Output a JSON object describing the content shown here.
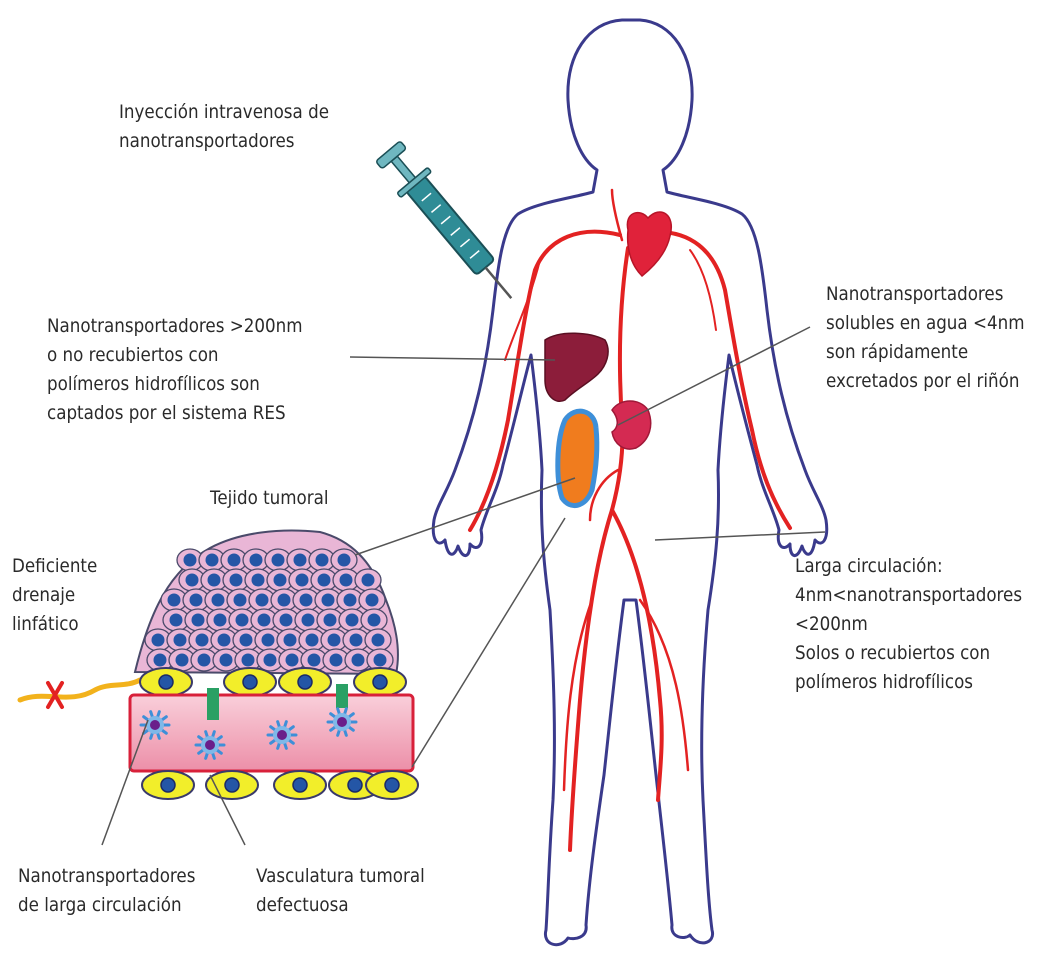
{
  "labels": {
    "injection": [
      "Inyección intravenosa de",
      "nanotransportadores"
    ],
    "res": [
      "Nanotransportadores >200nm",
      "o no recubiertos con",
      "polímeros hidrofílicos son",
      "captados por el sistema RES"
    ],
    "kidney": [
      "Nanotransportadores",
      "solubles en agua <4nm",
      "son rápidamente",
      "excretados por el riñón"
    ],
    "tumor_tissue": "Tejido tumoral",
    "lymph": [
      "Deficiente",
      "drenaje",
      "linfático"
    ],
    "long_circ": [
      "Larga circulación:",
      "4nm<nanotransportadores",
      "<200nm",
      "Solos o recubiertos con",
      "polímeros hidrofílicos"
    ],
    "long_carriers": [
      "Nanotransportadores",
      "de larga circulación"
    ],
    "vasculature": [
      "Vasculatura tumoral",
      "defectuosa"
    ]
  },
  "colors": {
    "body_outline": "#3a3a8c",
    "artery": "#e32222",
    "organ_heart": "#e0223a",
    "organ_liver": "#8c1d3a",
    "organ_kidney": "#d42a52",
    "tumor_organ": "#f07c1e",
    "tumor_cell": "#e9b6d6",
    "nucleus": "#2456a6",
    "endothelial": "#f2ee2a",
    "vessel": "#f4b6c8",
    "vessel_border": "#d8203a",
    "nanocarrier": "#6a1e8a",
    "lymph": "#f2b21c",
    "syringe": "#2f8c96"
  }
}
